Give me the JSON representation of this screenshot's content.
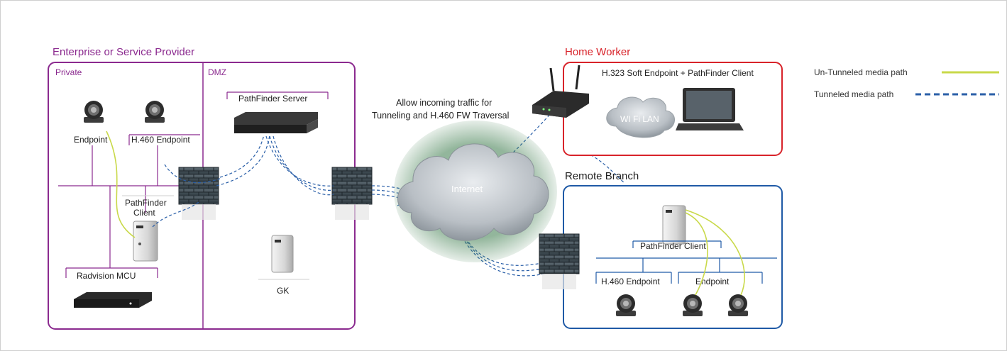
{
  "regions": {
    "enterprise": {
      "title": "Enterprise or Service Provider",
      "private": "Private",
      "dmz": "DMZ"
    },
    "home": {
      "title": "Home Worker",
      "soft_endpoint": "H.323 Soft Endpoint + PathFinder Client",
      "wifi": "WI Fi LAN"
    },
    "branch": {
      "title": "Remote Branch",
      "pathfinder_client": "PathFinder Client",
      "h460_endpoint": "H.460 Endpoint",
      "endpoint": "Endpoint"
    }
  },
  "nodes": {
    "endpoint": "Endpoint",
    "h460_endpoint": "H.460 Endpoint",
    "pathfinder_client_line1": "PathFinder",
    "pathfinder_client_line2": "Client",
    "radvision_mcu": "Radvision MCU",
    "pathfinder_server": "PathFinder Server",
    "gk": "GK",
    "internet": "Internet"
  },
  "notes": {
    "allow_line1": "Allow incoming traffic for",
    "allow_line2": "Tunneling and H.460 FW Traversal"
  },
  "legend": {
    "untunneled": "Un-Tunneled media path",
    "tunneled": "Tunneled media path"
  },
  "colors": {
    "enterprise": "#8b2a8f",
    "home": "#d8232a",
    "branch": "#1f5aa6",
    "untunneled": "#c9d94a",
    "tunneled": "#2a5fa8"
  }
}
